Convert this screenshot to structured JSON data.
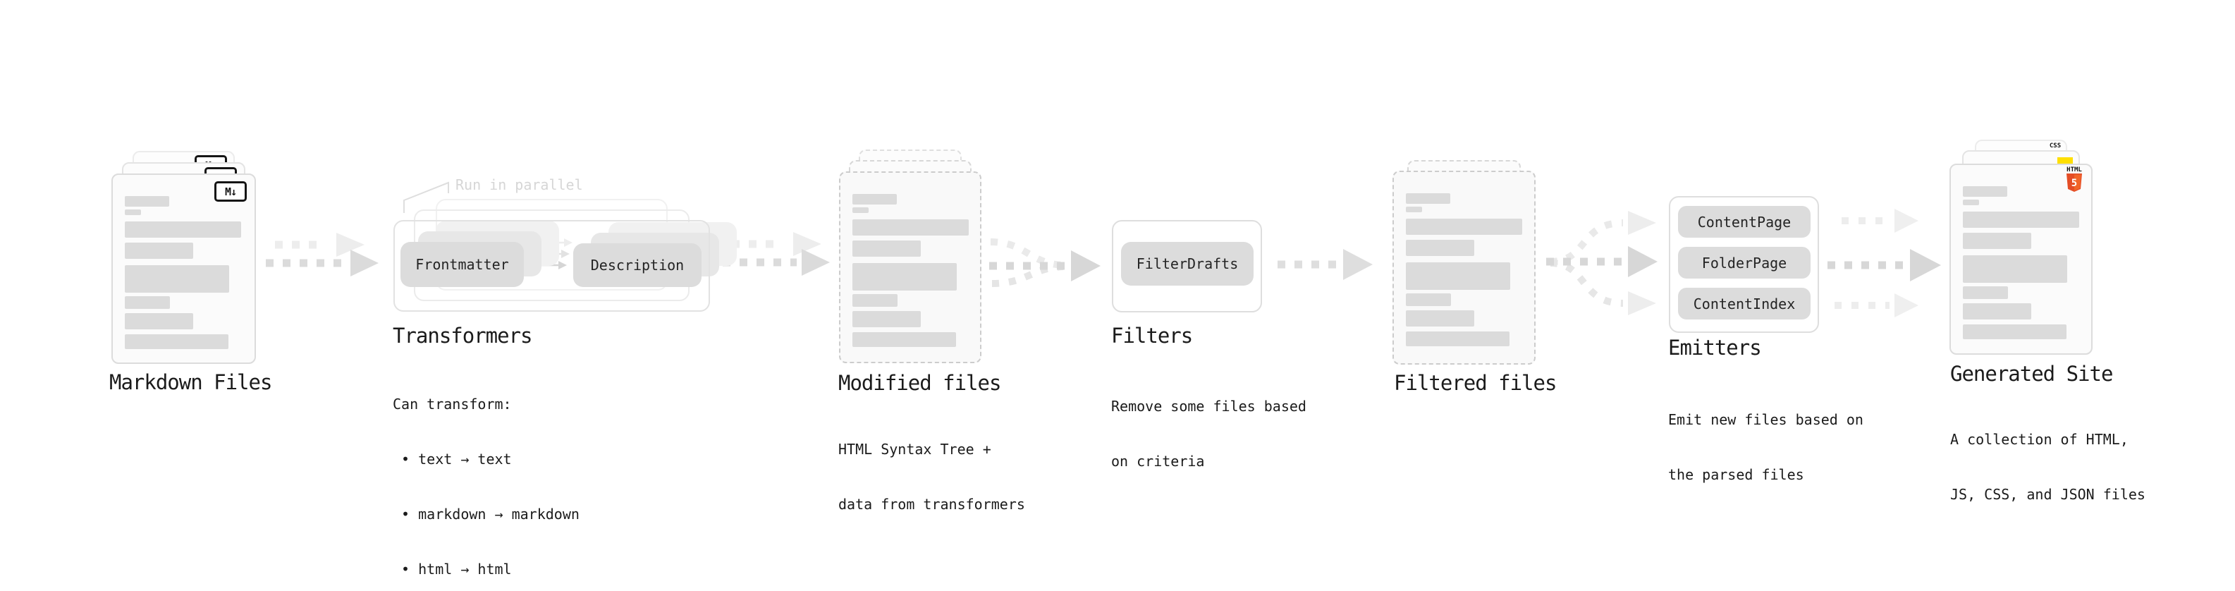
{
  "stages": {
    "markdown": {
      "title": "Markdown Files",
      "file_badge": "M↓"
    },
    "transformers": {
      "title": "Transformers",
      "parallel_note": "Run in parallel",
      "input_pill": "Frontmatter",
      "output_pill": "Description",
      "desc": {
        "line1": "Can transform:",
        "line2": " • text → text",
        "line3": " • markdown → markdown",
        "line4": " • html → html"
      }
    },
    "modified": {
      "title": "Modified files",
      "desc": {
        "line1": "HTML Syntax Tree +",
        "line2": "data from transformers"
      }
    },
    "filters": {
      "title": "Filters",
      "pill": "FilterDrafts",
      "desc": {
        "line1": "Remove some files based",
        "line2": "on criteria"
      }
    },
    "filtered": {
      "title": "Filtered files"
    },
    "emitters": {
      "title": "Emitters",
      "pills": [
        "ContentPage",
        "FolderPage",
        "ContentIndex"
      ],
      "desc": {
        "line1": "Emit new files based on",
        "line2": "the parsed files"
      }
    },
    "generated": {
      "title": "Generated Site",
      "css_badge": "CSS",
      "html_badge_label": "HTML",
      "html_badge_number": "5",
      "desc": {
        "line1": "A collection of HTML,",
        "line2": "JS, CSS, and JSON files"
      }
    }
  },
  "colors": {
    "js_badge_yellow": "#ffdf00",
    "css_badge_blue": "#2965f1",
    "html5_shield_orange": "#e44d26",
    "html5_shield_light": "#f16529"
  }
}
